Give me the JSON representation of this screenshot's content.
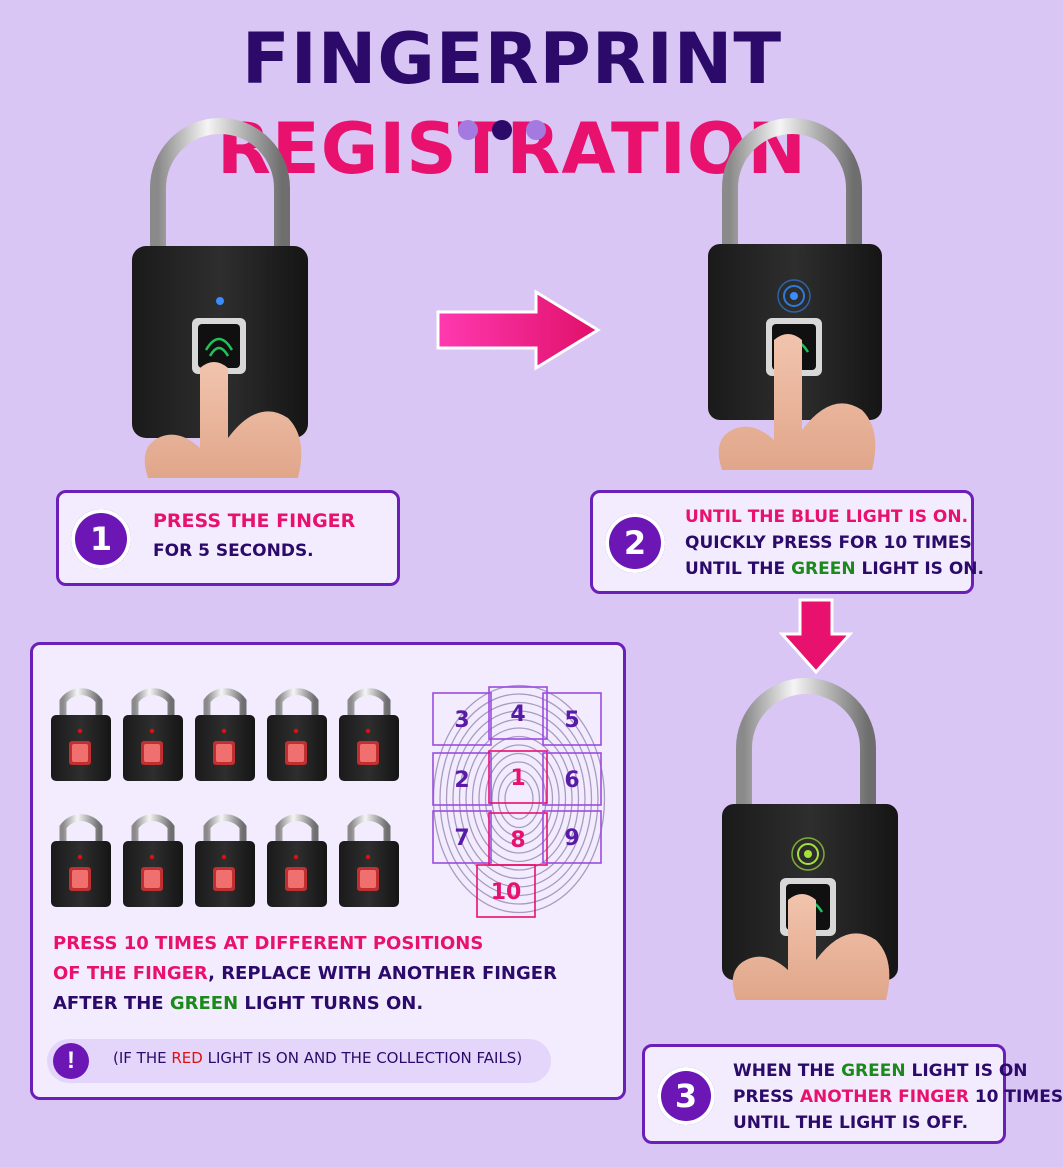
{
  "title": {
    "part1": "FINGERPRINT",
    "part2": "REGISTRATION"
  },
  "step1": {
    "number": "1",
    "line1": "PRESS THE FINGER",
    "line2": "FOR 5 SECONDS."
  },
  "step2": {
    "number": "2",
    "line1": "UNTIL THE BLUE LIGHT IS ON.",
    "line2": "QUICKLY PRESS FOR 10 TIMES",
    "line3a": "UNTIL THE ",
    "line3b": "GREEN",
    "line3c": " LIGHT IS ON."
  },
  "step3": {
    "number": "3",
    "line1a": "WHEN THE ",
    "line1b": "GREEN",
    "line1c": " LIGHT IS ON",
    "line2a": "PRESS ",
    "line2b": "ANOTHER FINGER",
    "line2c": " 10 TIMES",
    "line3": "UNTIL THE LIGHT IS OFF."
  },
  "panel": {
    "line1": "PRESS 10 TIMES AT DIFFERENT POSITIONS",
    "line2a": "OF THE FINGER",
    "line2b": ", REPLACE WITH ANOTHER FINGER",
    "line3a": "AFTER THE ",
    "line3b": "GREEN",
    "line3c": " LIGHT TURNS ON.",
    "note_icon": "!",
    "note_a": "(IF THE ",
    "note_b": "RED",
    "note_c": "  LIGHT IS ON AND THE COLLECTION FAILS)"
  },
  "positions": [
    "3",
    "4",
    "5",
    "2",
    "1",
    "6",
    "7",
    "8",
    "9",
    "10"
  ],
  "colors": {
    "accent_purple": "#6c16b6",
    "brand_navy": "#2b0a6a",
    "pink": "#e8116d",
    "green": "#1b8a1b",
    "blue_light": "#2f7ad9",
    "red_light": "#e01010",
    "background": "#d9c6f5"
  },
  "icons": [
    "padlock-icon",
    "fingerprint-sensor-icon",
    "hand-icon",
    "arrow-right-icon",
    "arrow-down-icon",
    "alert-icon",
    "fingerprint-grid-icon"
  ]
}
